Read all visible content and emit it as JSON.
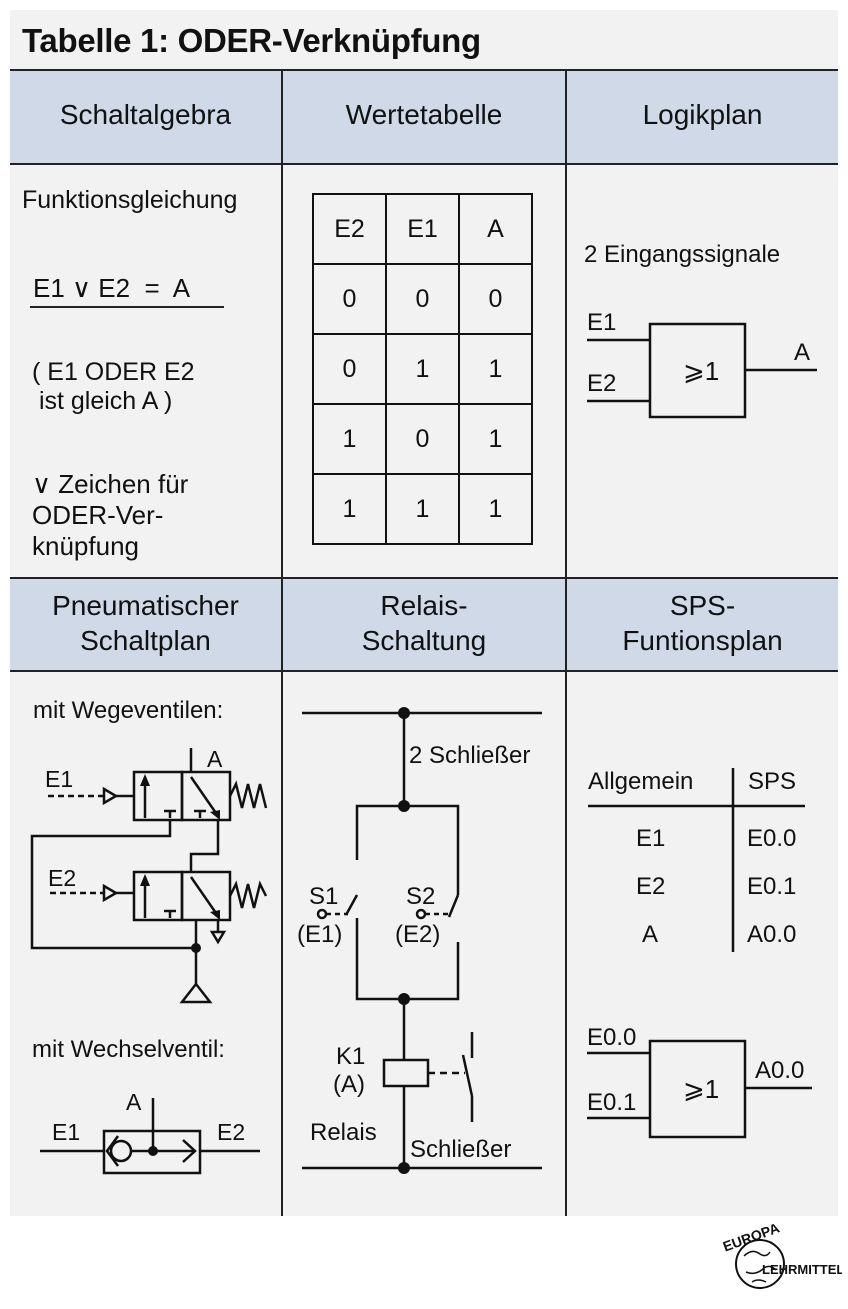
{
  "title": "Tabelle 1:  ODER-Verknüpfung",
  "headers": {
    "schaltalgebra": "Schaltalgebra",
    "wertetabelle": "Wertetabelle",
    "logikplan": "Logikplan",
    "pneumatisch_1": "Pneumatischer",
    "pneumatisch_2": "Schaltplan",
    "relais_1": "Relais-",
    "relais_2": "Schaltung",
    "sps_1": "SPS-",
    "sps_2": "Funtionsplan"
  },
  "schaltalgebra": {
    "heading": "Funktionsgleichung",
    "equation": "E1 ∨ E2  =  A",
    "note_1": "( E1 ODER E2",
    "note_2": " ist gleich A )",
    "symbol_1": "∨ Zeichen für",
    "symbol_2": "ODER-Ver-",
    "symbol_3": "knüpfung"
  },
  "wertetabelle": {
    "columns": [
      "E2",
      "E1",
      "A"
    ],
    "rows": [
      [
        "0",
        "0",
        "0"
      ],
      [
        "0",
        "1",
        "1"
      ],
      [
        "1",
        "0",
        "1"
      ],
      [
        "1",
        "1",
        "1"
      ]
    ]
  },
  "logikplan": {
    "caption": "2 Eingangssignale",
    "in1": "E1",
    "in2": "E2",
    "out": "A",
    "symbol": "⩾1"
  },
  "pneumatik": {
    "label_wege": "mit Wegeventilen:",
    "e1": "E1",
    "e2": "E2",
    "a": "A",
    "label_wechsel": "mit Wechselventil:",
    "w_a": "A",
    "w_e1": "E1",
    "w_e2": "E2"
  },
  "relais": {
    "schliesser_count": "2 Schließer",
    "s1": "S1",
    "s1_sub": "(E1)",
    "s2": "S2",
    "s2_sub": "(E2)",
    "k1": "K1",
    "k1_sub": "(A)",
    "relais": "Relais",
    "schliesser": "Schließer"
  },
  "sps": {
    "col_allgemein": "Allgemein",
    "col_sps": "SPS",
    "rows": [
      [
        "E1",
        "E0.0"
      ],
      [
        "E2",
        "E0.1"
      ],
      [
        "A",
        "A0.0"
      ]
    ],
    "in1": "E0.0",
    "in2": "E0.1",
    "out": "A0.0",
    "symbol": "⩾1"
  },
  "logo": {
    "top": "EUROPA",
    "bottom": "LEHRMITTEL"
  }
}
